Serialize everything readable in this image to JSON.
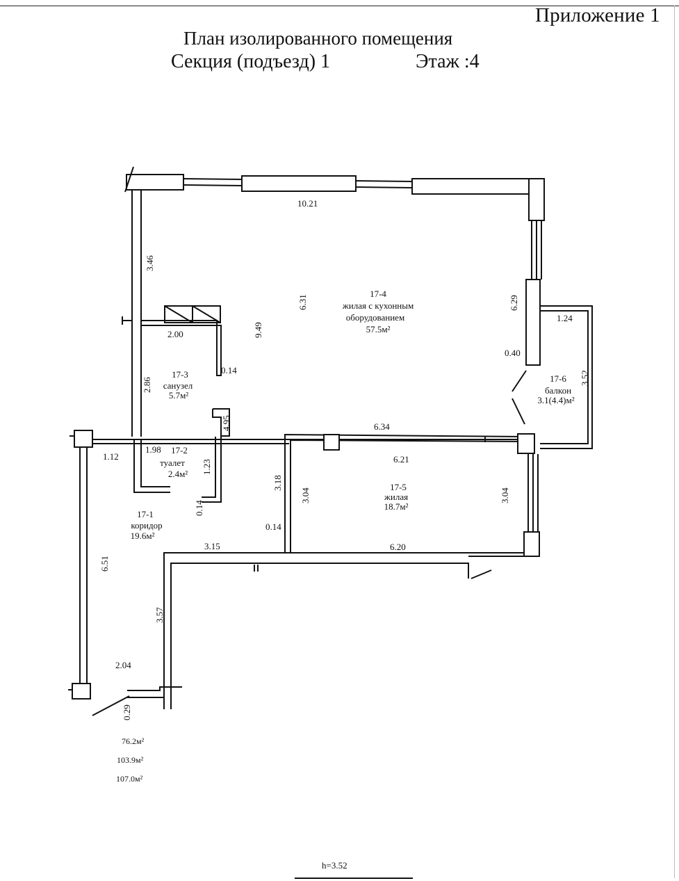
{
  "header": {
    "appendix": "Приложение 1",
    "title": "План изолированного помещения",
    "section": "Секция (подъезд) 1",
    "floor": "Этаж :4"
  },
  "rooms": {
    "r1": {
      "id": "17-1",
      "name": "коридор",
      "area": "19.6м²"
    },
    "r2": {
      "id": "17-2",
      "name": "туалет",
      "area": "2.4м²"
    },
    "r3": {
      "id": "17-3",
      "name": "санузел",
      "area": "5.7м²"
    },
    "r4": {
      "id": "17-4",
      "name": "жилая с кухонным",
      "name2": "оборудованием",
      "area": "57.5м²"
    },
    "r5": {
      "id": "17-5",
      "name": "жилая",
      "area": "18.7м²"
    },
    "r6": {
      "id": "17-6",
      "name": "балкон",
      "area": "3.1(4.4)м²"
    }
  },
  "dimensions": {
    "top_width": "10.21",
    "left_upper": "3.46",
    "main_height": "9.49",
    "center_height": "6.31",
    "right_upper": "6.29",
    "sanuzel_width": "2.00",
    "sanuzel_height": "2.86",
    "wall_014_a": "0.14",
    "dim_495": "4.95",
    "toilet_width": "1.98",
    "toilet_height": "1.23",
    "wall_014_b": "0.14",
    "corridor_top": "1.12",
    "corridor_left": "6.51",
    "corridor_lower": "3.57",
    "corridor_bottom": "2.04",
    "entry_wall": "0.29",
    "corridor_width": "3.15",
    "wall_014_c": "0.14",
    "room5_top_outer": "6.34",
    "room5_top": "6.21",
    "room5_left_outer": "3.18",
    "room5_left": "3.04",
    "room5_right": "3.04",
    "room5_bottom": "6.20",
    "balcony_width": "1.24",
    "balcony_height": "3.52",
    "balcony_wall": "0.40"
  },
  "totals": {
    "living": "76.2м²",
    "total": "103.9м²",
    "total_with_balcony": "107.0м²"
  },
  "height": "h=3.52"
}
